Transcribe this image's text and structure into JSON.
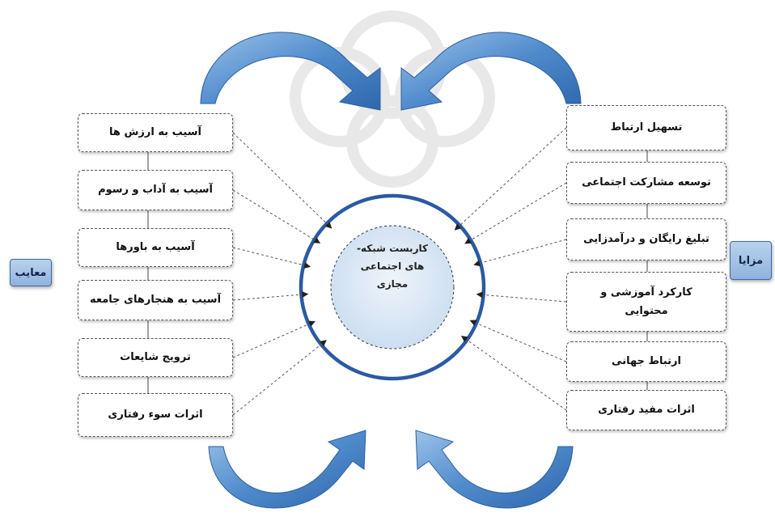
{
  "center": {
    "lines": [
      "کاربست شبکه-",
      "های اجتماعی",
      "مجازی"
    ]
  },
  "left": {
    "label": "معایب",
    "items": [
      "آسیب به ارزش ها",
      "آسیب به آداب و رسوم",
      "آسیب به باورها",
      "آسیب به هنجارهای جامعه",
      "ترویج شایعات",
      "اثرات سوء رفتاری"
    ]
  },
  "right": {
    "label": "مزایا",
    "items": [
      "تسهیل ارتباط",
      "توسعه مشارکت اجتماعی",
      "تبلیغ رایگان و درآمدزایی",
      "کارکرد آموزشی و",
      "محتوایی",
      "ارتباط جهانی",
      "اثرات مفید رفتاری"
    ]
  },
  "colors": {
    "arrow": "#4d88c7",
    "circle": "#2b5aa3",
    "circle_fill": "#d8e6f3"
  }
}
